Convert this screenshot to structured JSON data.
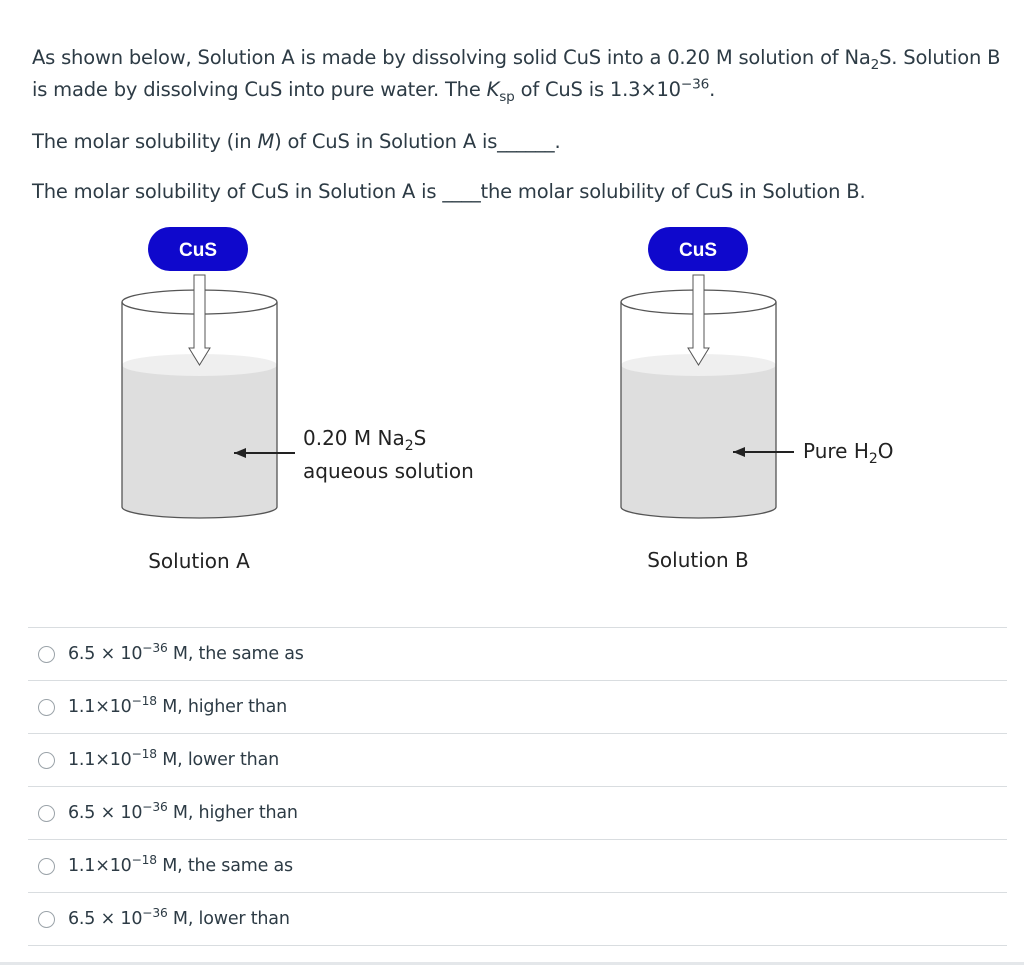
{
  "question": {
    "p1": {
      "a": "As shown below, Solution A is made by dissolving solid CuS into a 0.20 M solution of Na",
      "sub2": "2",
      "b": "S. Solution B is made by dissolving CuS into pure water. The ",
      "k": "K",
      "ksub": "sp",
      "c": " of CuS is 1.3×10",
      "exp": "−36",
      "d": "."
    },
    "p2": {
      "a": "The molar solubility (in ",
      "m": "M",
      "b": ") of CuS in Solution A is______."
    },
    "p3": "The molar solubility of CuS in Solution A is ____the molar solubility of CuS in Solution B."
  },
  "figure": {
    "beaker_a": {
      "label": "Solution A",
      "solid": "CuS",
      "solution_line1_a": "0.20 M Na",
      "solution_line1_sub": "2",
      "solution_line1_b": "S",
      "solution_line2": "aqueous solution"
    },
    "beaker_b": {
      "label": "Solution B",
      "solid": "CuS",
      "solution_a": "Pure H",
      "solution_sub": "2",
      "solution_b": "O"
    },
    "colors": {
      "pill": "#0f08cc",
      "liquid": "#dedede",
      "liquid_top": "#efefef"
    }
  },
  "options": [
    {
      "mant": "6.5 × 10",
      "exp": "−36",
      "rest": " M, the same as"
    },
    {
      "mant": "1.1×10",
      "exp": "−18",
      "rest": " M, higher than"
    },
    {
      "mant": "1.1×10",
      "exp": "−18",
      "rest": " M, lower than"
    },
    {
      "mant": "6.5 × 10",
      "exp": "−36",
      "rest": " M, higher than"
    },
    {
      "mant": "1.1×10",
      "exp": "−18",
      "rest": " M, the same as"
    },
    {
      "mant": "6.5 × 10",
      "exp": "−36",
      "rest": " M, lower than"
    }
  ]
}
